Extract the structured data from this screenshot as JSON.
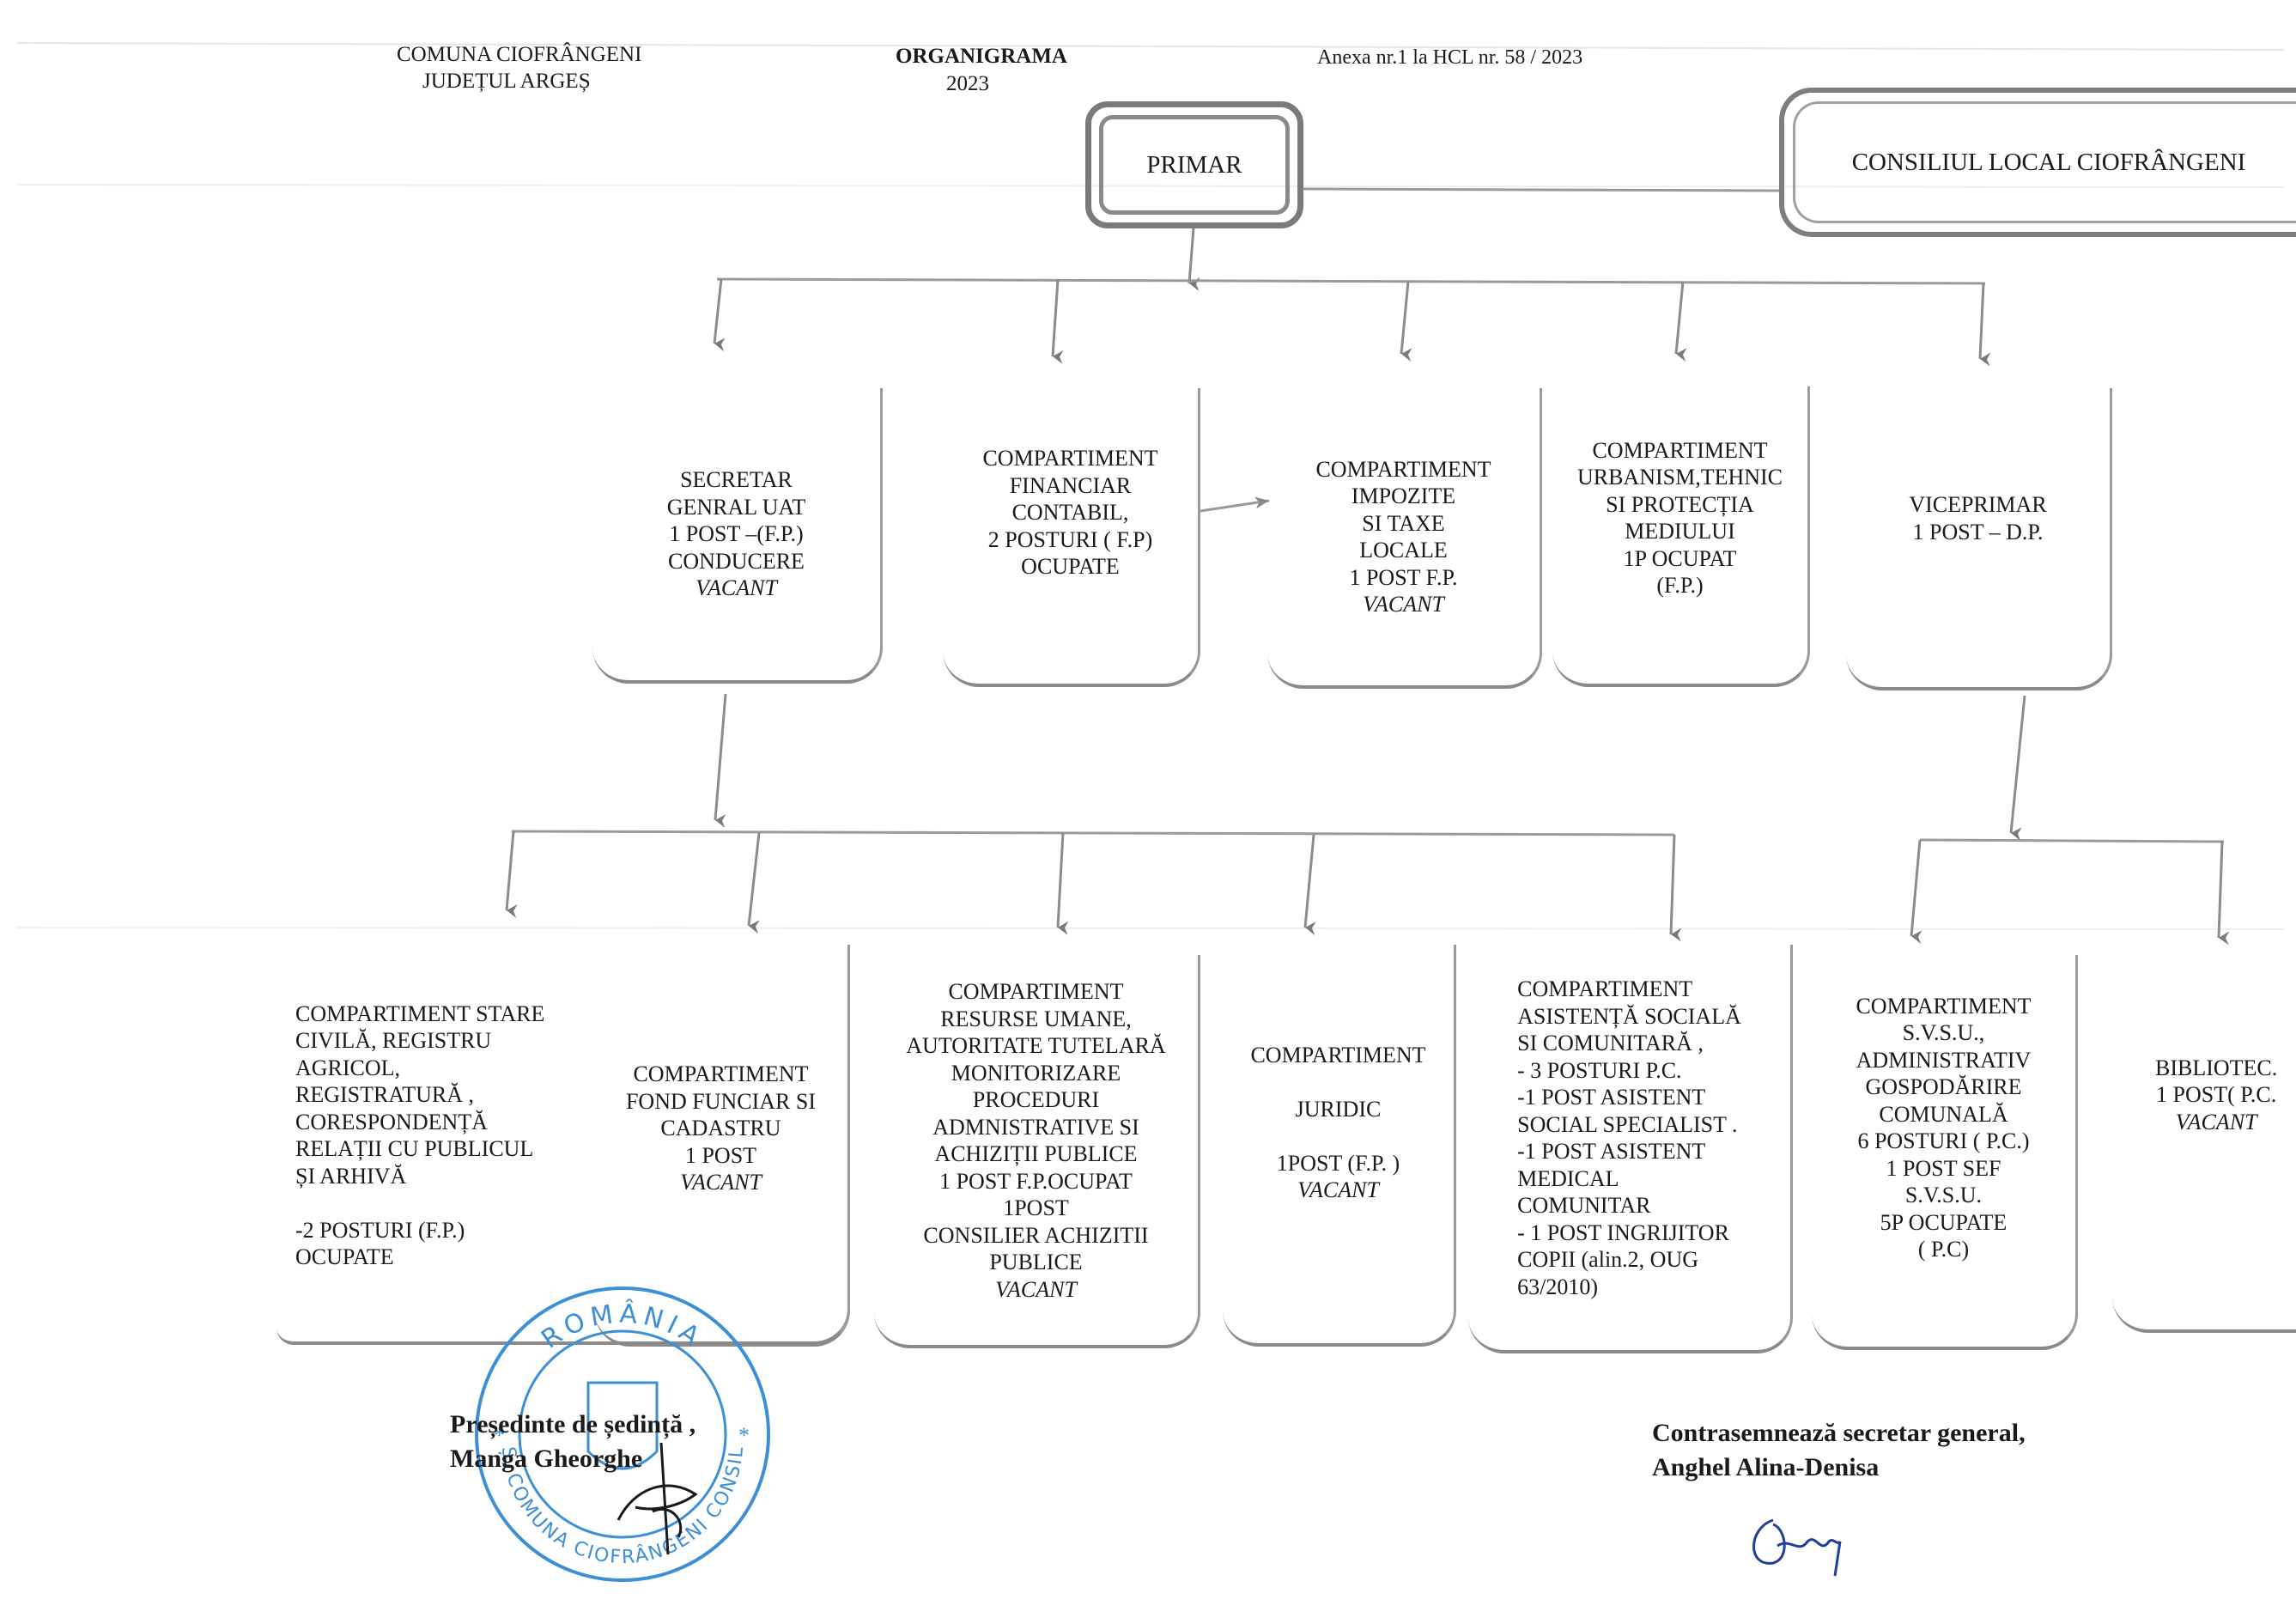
{
  "header": {
    "left_line1": "COMUNA  CIOFRÂNGENI",
    "left_line2": "JUDEȚUL ARGEȘ",
    "center_title": "ORGANIGRAMA",
    "center_year": "2023",
    "right_annex": "Anexa nr.1  la HCL nr. 58 / 2023"
  },
  "top": {
    "primar": "PRIMAR",
    "consiliu": "CONSILIUL LOCAL CIOFRÂNGENI"
  },
  "level1": [
    {
      "text": "SECRETAR\nGENRAL UAT\n1 POST –(F.P.)\nCONDUCERE\n ",
      "status": "VACANT"
    },
    {
      "text": "COMPARTIMENT\nFINANCIAR\nCONTABIL,\n2 POSTURI ( F.P)\nOCUPATE",
      "status": ""
    },
    {
      "text": "COMPARTIMENT\nIMPOZITE\nSI TAXE\nLOCALE\n1 POST F.P.",
      "status": "VACANT"
    },
    {
      "text": "COMPARTIMENT\nURBANISM,TEHNIC\nSI PROTECȚIA\nMEDIULUI\n1P  OCUPAT\n(F.P.)",
      "status": ""
    },
    {
      "text": "VICEPRIMAR\n1 POST – D.P.",
      "status": ""
    }
  ],
  "level2": [
    {
      "text": "COMPARTIMENT STARE\nCIVILĂ, REGISTRU\nAGRICOL,\nREGISTRATURĂ ,\nCORESPONDENȚĂ\nRELAȚII CU PUBLICUL\nȘI ARHIVĂ\n \n      -2 POSTURI (F.P.)\n          OCUPATE",
      "status": ""
    },
    {
      "text": "COMPARTIMENT\nFOND FUNCIAR SI\nCADASTRU\n1 POST",
      "status": "VACANT"
    },
    {
      "text": "COMPARTIMENT\nRESURSE UMANE,\nAUTORITATE TUTELARĂ\nMONITORIZARE\nPROCEDURI\nADMNISTRATIVE SI\nACHIZIȚII PUBLICE\n1 POST F.P.OCUPAT\n1POST\nCONSILIER ACHIZITII\nPUBLICE",
      "status": "VACANT"
    },
    {
      "text": "COMPARTIMENT\n \nJURIDIC\n \n1POST (F.P. )",
      "status": "VACANT"
    },
    {
      "text": "COMPARTIMENT\nASISTENȚĂ SOCIALĂ\nSI COMUNITARĂ ,\n- 3 POSTURI P.C.\n-1    POST    ASISTENT\nSOCIAL SPECIALIST .\n-1 POST ASISTENT\nMEDICAL\nCOMUNITAR\n- 1 POST INGRIJITOR\nCOPII   (alin.2, OUG\n63/2010)",
      "status": ""
    },
    {
      "text": "COMPARTIMENT\nS.V.S.U.,\nADMINISTRATIV\nGOSPODĂRIRE\nCOMUNALĂ\n6 POSTURI ( P.C.)\n1 POST SEF\nS.V.S.U.\n5P  OCUPATE\n( P.C)",
      "status": ""
    },
    {
      "text": "BIBLIOTEC.\n1 POST( P.C.\n ",
      "status": "VACANT"
    }
  ],
  "signatures": {
    "left_line1": "Președinte de ședință ,",
    "left_line2": "Manga Gheorghe",
    "right_line1": "Contrasemnează secretar general,",
    "right_line2": "Anghel Alina-Denisa"
  },
  "stamp": {
    "top_text": "ROMÂNIA",
    "ring_text": "JUD. ARGEȘ, COMUNA CIOFRÂNGENI CONSILIUL LOCAL"
  },
  "colors": {
    "stamp": "#3d8fd6",
    "line": "#8c8c8c",
    "ink": "#1a1a1a",
    "signature": "#1f3f9a"
  }
}
